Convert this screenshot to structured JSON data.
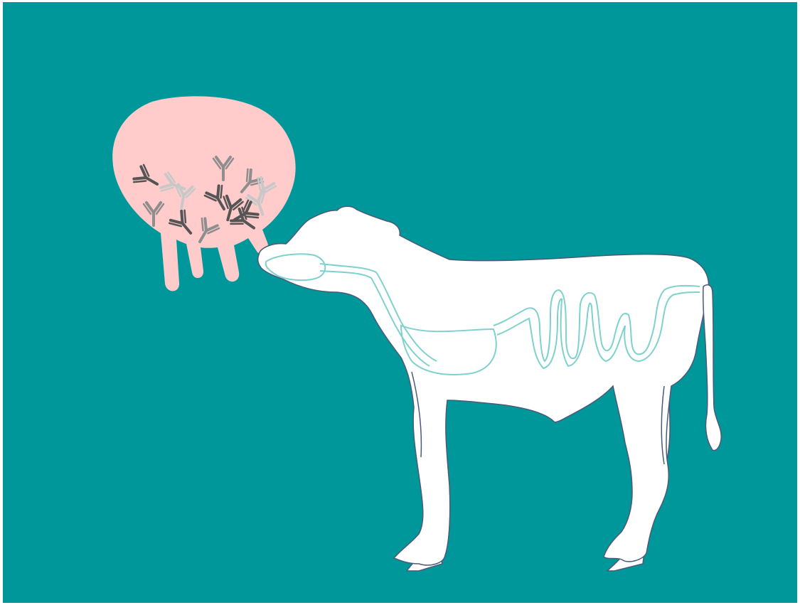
{
  "colors": {
    "background": "#00979A",
    "udder": "#FFCCCB",
    "calf_body": "#FFFFFF",
    "calf_outline": "#4A5A78",
    "digestive_tract": "#7FD1CC",
    "antibody_dark": "#555555",
    "antibody_mid": "#8E8E8E",
    "antibody_light": "#C8C8C8"
  },
  "illustration": {
    "subjects": [
      "udder",
      "antibodies",
      "calf",
      "digestive-tract"
    ],
    "udder_teats": 4,
    "antibody_count": 14
  },
  "icons": [
    "antibody-icon"
  ]
}
